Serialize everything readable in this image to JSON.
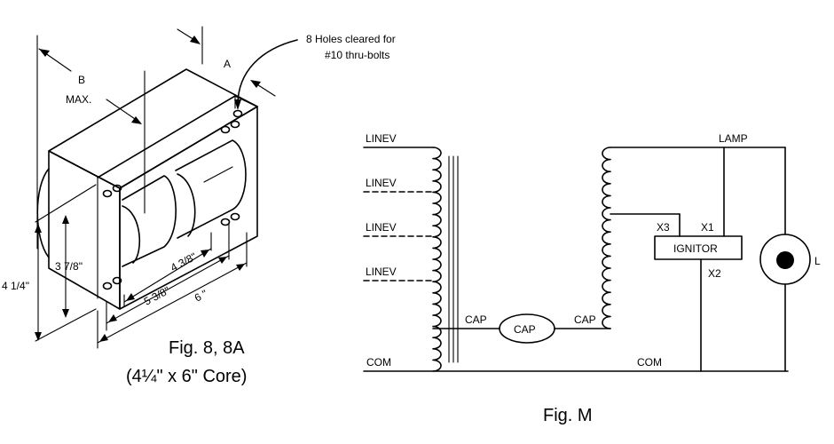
{
  "left_figure": {
    "callout_holes_line1": "8 Holes cleared for",
    "callout_holes_line2": "#10 thru-bolts",
    "dim_a": "A",
    "dim_b": "B",
    "dim_b_note": "MAX.",
    "dim_height_total": "4 1/4\"",
    "dim_height_core": "3 7/8\"",
    "dim_len_inner": "4 3/8\"",
    "dim_len_mid": "5 3/8\"",
    "dim_len_outer": "6 \"",
    "caption_line1": "Fig. 8, 8A",
    "caption_line2": "(4¼\" x 6\" Core)"
  },
  "right_figure": {
    "linev_labels": [
      "LINEV",
      "LINEV",
      "LINEV",
      "LINEV"
    ],
    "com_left": "COM",
    "cap_left": "CAP",
    "cap_center": "CAP",
    "cap_right": "CAP",
    "com_right": "COM",
    "lamp": "LAMP",
    "x3": "X3",
    "x1": "X1",
    "x2": "X2",
    "ignitor": "IGNITOR",
    "lamp_symbol": "L",
    "caption": "Fig. M"
  }
}
